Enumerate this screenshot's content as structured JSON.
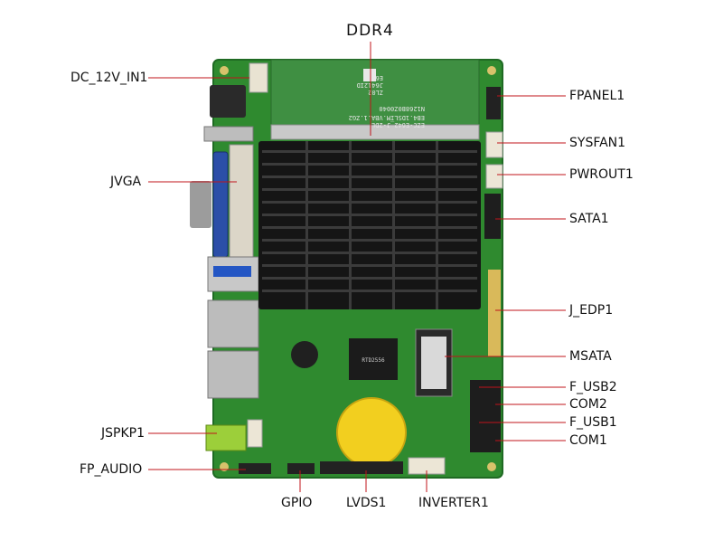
{
  "labels": {
    "top": "DDR4",
    "left": [
      "DC_12V_IN1",
      "JVGA",
      "JSPKP1",
      "FP_AUDIO"
    ],
    "right": [
      "FPANEL1",
      "SYSFAN1",
      "PWROUT1",
      "SATA1",
      "J_EDP1",
      "MSATA",
      "F_USB2",
      "COM2",
      "F_USB1",
      "COM1"
    ],
    "bottom": [
      "GPIO",
      "LVDS1",
      "INVERTER1"
    ]
  },
  "board": {
    "pcb_color": "#2f8a2f",
    "heatsink_color": "#151515",
    "memory_module_color": "#3f8f42",
    "leader_line_color": "#c0141b",
    "coin_battery_color": "#f2cf1f",
    "memory_module_text": [
      "E642",
      "J6412ID",
      "ZL02",
      "N1268B0Z0040",
      "EB4.1DSLIM.VBA.1.ZG2",
      "EZC-E642_J-2DL"
    ],
    "chip_text": "RTD2556"
  }
}
